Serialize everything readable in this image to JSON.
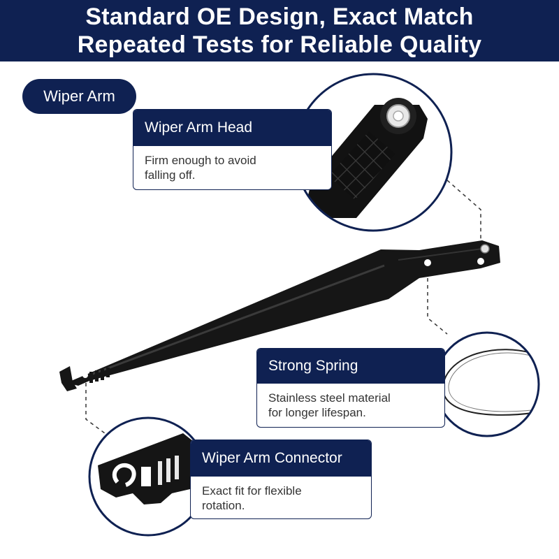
{
  "header": {
    "line1": "Standard OE Design, Exact Match",
    "line2": "Repeated Tests for Reliable Quality"
  },
  "pill_label": "Wiper Arm",
  "callouts": {
    "head": {
      "title": "Wiper Arm Head",
      "body": [
        "Firm enough to avoid",
        "falling off."
      ]
    },
    "spring": {
      "title": "Strong Spring",
      "body": [
        "Stainless steel material",
        "for longer lifespan."
      ]
    },
    "connector": {
      "title": "Wiper Arm Connector",
      "body": [
        "Exact fit for flexible",
        "rotation."
      ]
    }
  },
  "colors": {
    "navy": "#0f2152",
    "arm": "#161616",
    "white": "#ffffff"
  }
}
